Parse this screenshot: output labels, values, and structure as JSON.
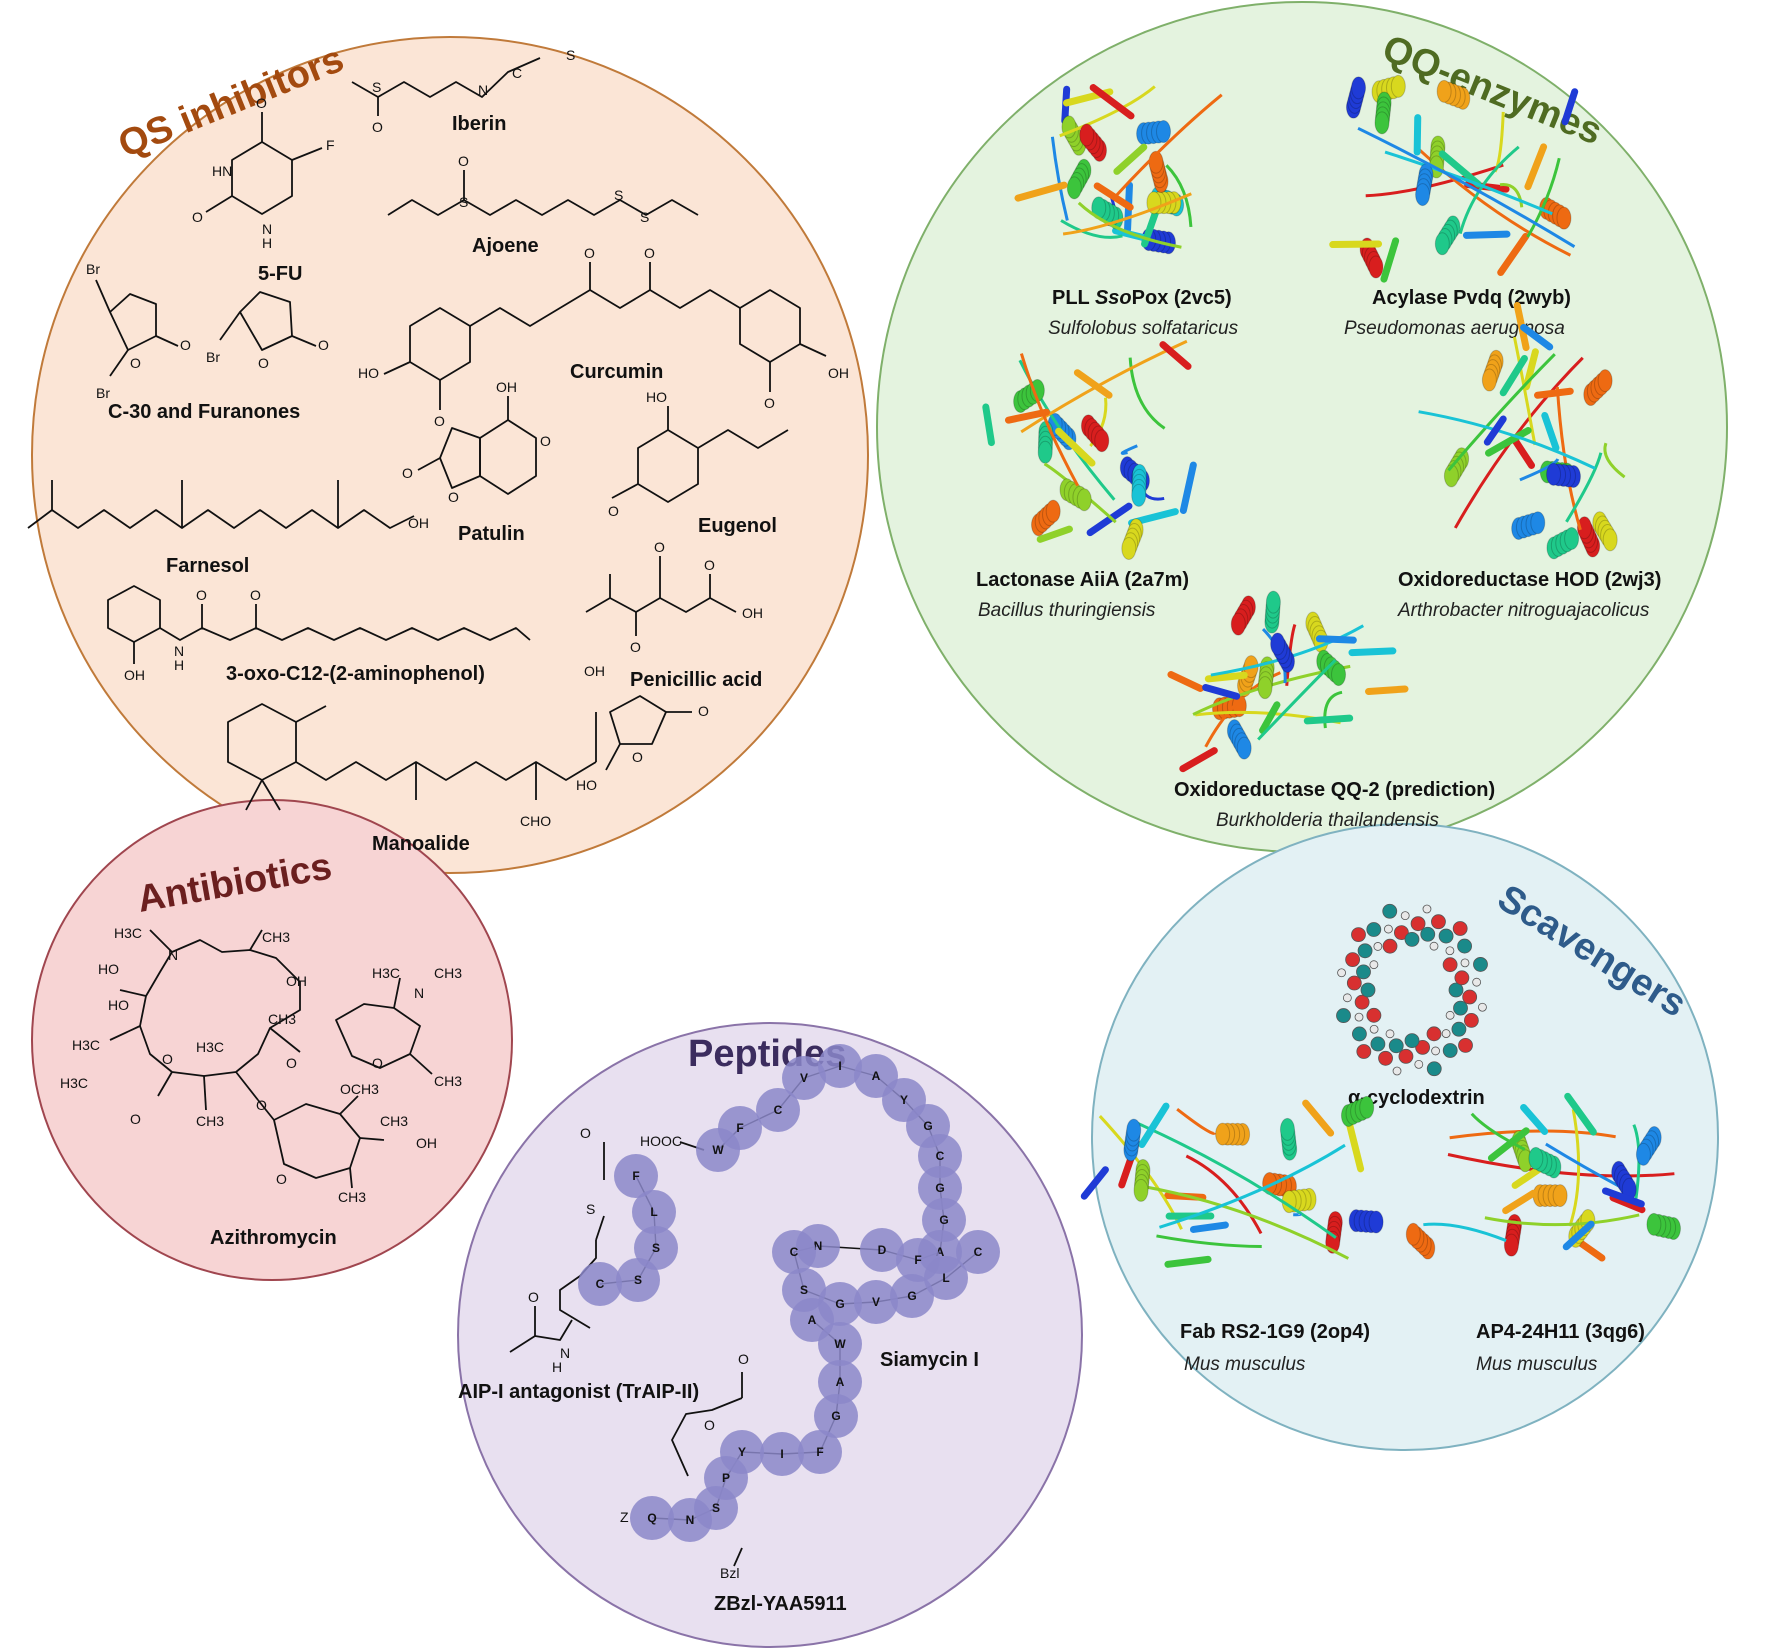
{
  "colors": {
    "qs_fill": "#fbe5d6",
    "qs_stroke": "#c07a3a",
    "qs_title": "#a34a0f",
    "qq_fill": "#e4f3df",
    "qq_stroke": "#7fb06a",
    "qq_title": "#4f6b22",
    "ab_fill": "#f7d4d4",
    "ab_stroke": "#a0464f",
    "ab_title": "#6b1f1f",
    "pep_fill": "#e8e0f0",
    "pep_stroke": "#8a73a8",
    "pep_title": "#3b2c5e",
    "sc_fill": "#e3f1f4",
    "sc_stroke": "#7fb2c0",
    "sc_title": "#2e5b8a",
    "residue": "#8b87c9"
  },
  "qs": {
    "title": "QS inhibitors",
    "iberin": "Iberin",
    "fu": "5-FU",
    "ajoene": "Ajoene",
    "curcumin": "Curcumin",
    "c30": "C-30 and Furanones",
    "patulin": "Patulin",
    "eugenol": "Eugenol",
    "farnesol": "Farnesol",
    "oxo": "3-oxo-C12-(2-aminophenol)",
    "penicillic": "Penicillic acid",
    "manoalide": "Manoalide"
  },
  "qq": {
    "title": "QQ-enzymes",
    "pll_pre": "PLL ",
    "pll_it": "Sso",
    "pll_post": "Pox (2vc5)",
    "pll_sp": "Sulfolobus solfataricus",
    "acylase": "Acylase Pvdq (2wyb)",
    "acylase_sp": "Pseudomonas aeruginosa",
    "lactonase": "Lactonase AiiA (2a7m)",
    "lactonase_sp": "Bacillus thuringiensis",
    "hod": "Oxidoreductase HOD (2wj3)",
    "hod_sp": "Arthrobacter nitroguajacolicus",
    "qq2": "Oxidoreductase QQ-2 (prediction)",
    "qq2_sp": "Burkholderia thailandensis"
  },
  "antibiotics": {
    "title": "Antibiotics",
    "azithromycin": "Azithromycin"
  },
  "peptides": {
    "title": "Peptides",
    "trAIP": "AIP-I antagonist (TrAIP-II)",
    "siamycin": "Siamycin I",
    "zbzl": "ZBzl-YAA5911"
  },
  "scavengers": {
    "title": "Scavengers",
    "cyclodextrin": "α-cyclodextrin",
    "fab": "Fab RS2-1G9 (2op4)",
    "fab_sp": "Mus musculus",
    "ap4": "AP4-24H11 (3qg6)",
    "ap4_sp": "Mus musculus"
  },
  "atoms": {
    "S": "S",
    "N": "N",
    "C": "C",
    "O": "O",
    "F": "F",
    "Br": "Br",
    "HN": "HN",
    "H": "H",
    "OH": "OH",
    "HO": "HO",
    "HOOC": "HOOC",
    "CHO": "CHO",
    "Z": "Z",
    "Bzl": "Bzl",
    "CH3": "CH3",
    "H3C": "H3C",
    "OCH3": "OCH3"
  },
  "residues": {
    "siamycin": [
      "W",
      "F",
      "C",
      "V",
      "I",
      "A",
      "Y",
      "G",
      "C",
      "G",
      "G",
      "A",
      "F",
      "D",
      "N",
      "C",
      "S",
      "G",
      "V",
      "G",
      "L",
      "C"
    ],
    "trAIP": [
      "F",
      "L",
      "S",
      "S",
      "C"
    ],
    "zbzl": [
      "Q",
      "N",
      "S",
      "P",
      "Y",
      "I",
      "F",
      "G",
      "A",
      "W",
      "A"
    ]
  }
}
